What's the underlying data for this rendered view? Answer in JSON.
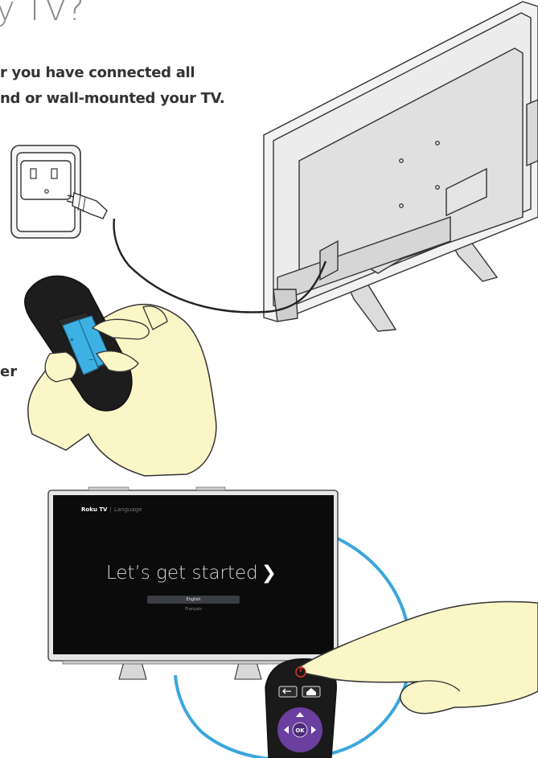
{
  "heading": {
    "text": "y TV?"
  },
  "intro": {
    "line1": "r you have connected all",
    "line2": "nd or wall-mounted your TV."
  },
  "fragment": {
    "text": "er"
  },
  "tv_screen": {
    "brand": "Roku TV",
    "separator": "|",
    "breadcrumb": "Language",
    "title": "Let’s get started",
    "chevron": "❯",
    "languages": [
      "English",
      "Français"
    ],
    "selected_language": "English"
  },
  "remote": {
    "ok_label": "OK",
    "power_icon": "power-icon",
    "back_icon": "back-arrow-icon",
    "home_icon": "home-icon"
  },
  "colors": {
    "accent_circle": "#3aa6dc",
    "hand_fill": "#fbf6c7",
    "battery": "#3eb1e4",
    "remote_purple": "#6a3fa0",
    "power_red": "#e23a2e"
  }
}
